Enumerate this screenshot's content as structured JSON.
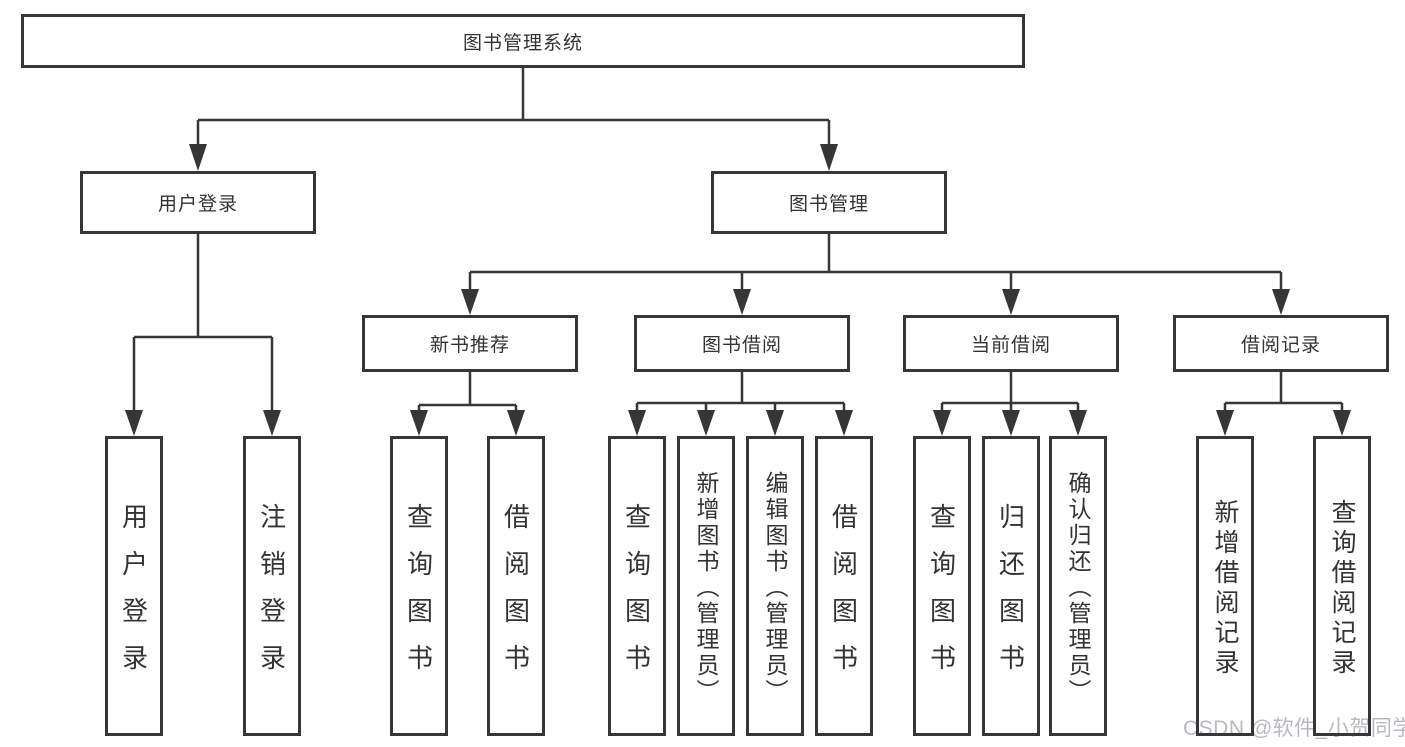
{
  "title": "图书管理系统",
  "tree": {
    "root": "图书管理系统",
    "branches": [
      {
        "label": "用户登录",
        "children": [
          "用户登录",
          "注销登录"
        ]
      },
      {
        "label": "图书管理",
        "sections": [
          {
            "label": "新书推荐",
            "children": [
              "查询图书",
              "借阅图书"
            ]
          },
          {
            "label": "图书借阅",
            "children": [
              "查询图书",
              "新增图书（管理员）",
              "编辑图书（管理员）",
              "借阅图书"
            ]
          },
          {
            "label": "当前借阅",
            "children": [
              "查询图书",
              "归还图书",
              "确认归还（管理员）"
            ]
          },
          {
            "label": "借阅记录",
            "children": [
              "新增借阅记录",
              "查询借阅记录"
            ]
          }
        ]
      }
    ]
  },
  "watermark": "CSDN @软件_小贺同学",
  "colors": {
    "line": "#363636",
    "text": "#333333",
    "box_background": "#ffffff",
    "page_background": "#ffffff",
    "watermark": "#b6bac0"
  }
}
